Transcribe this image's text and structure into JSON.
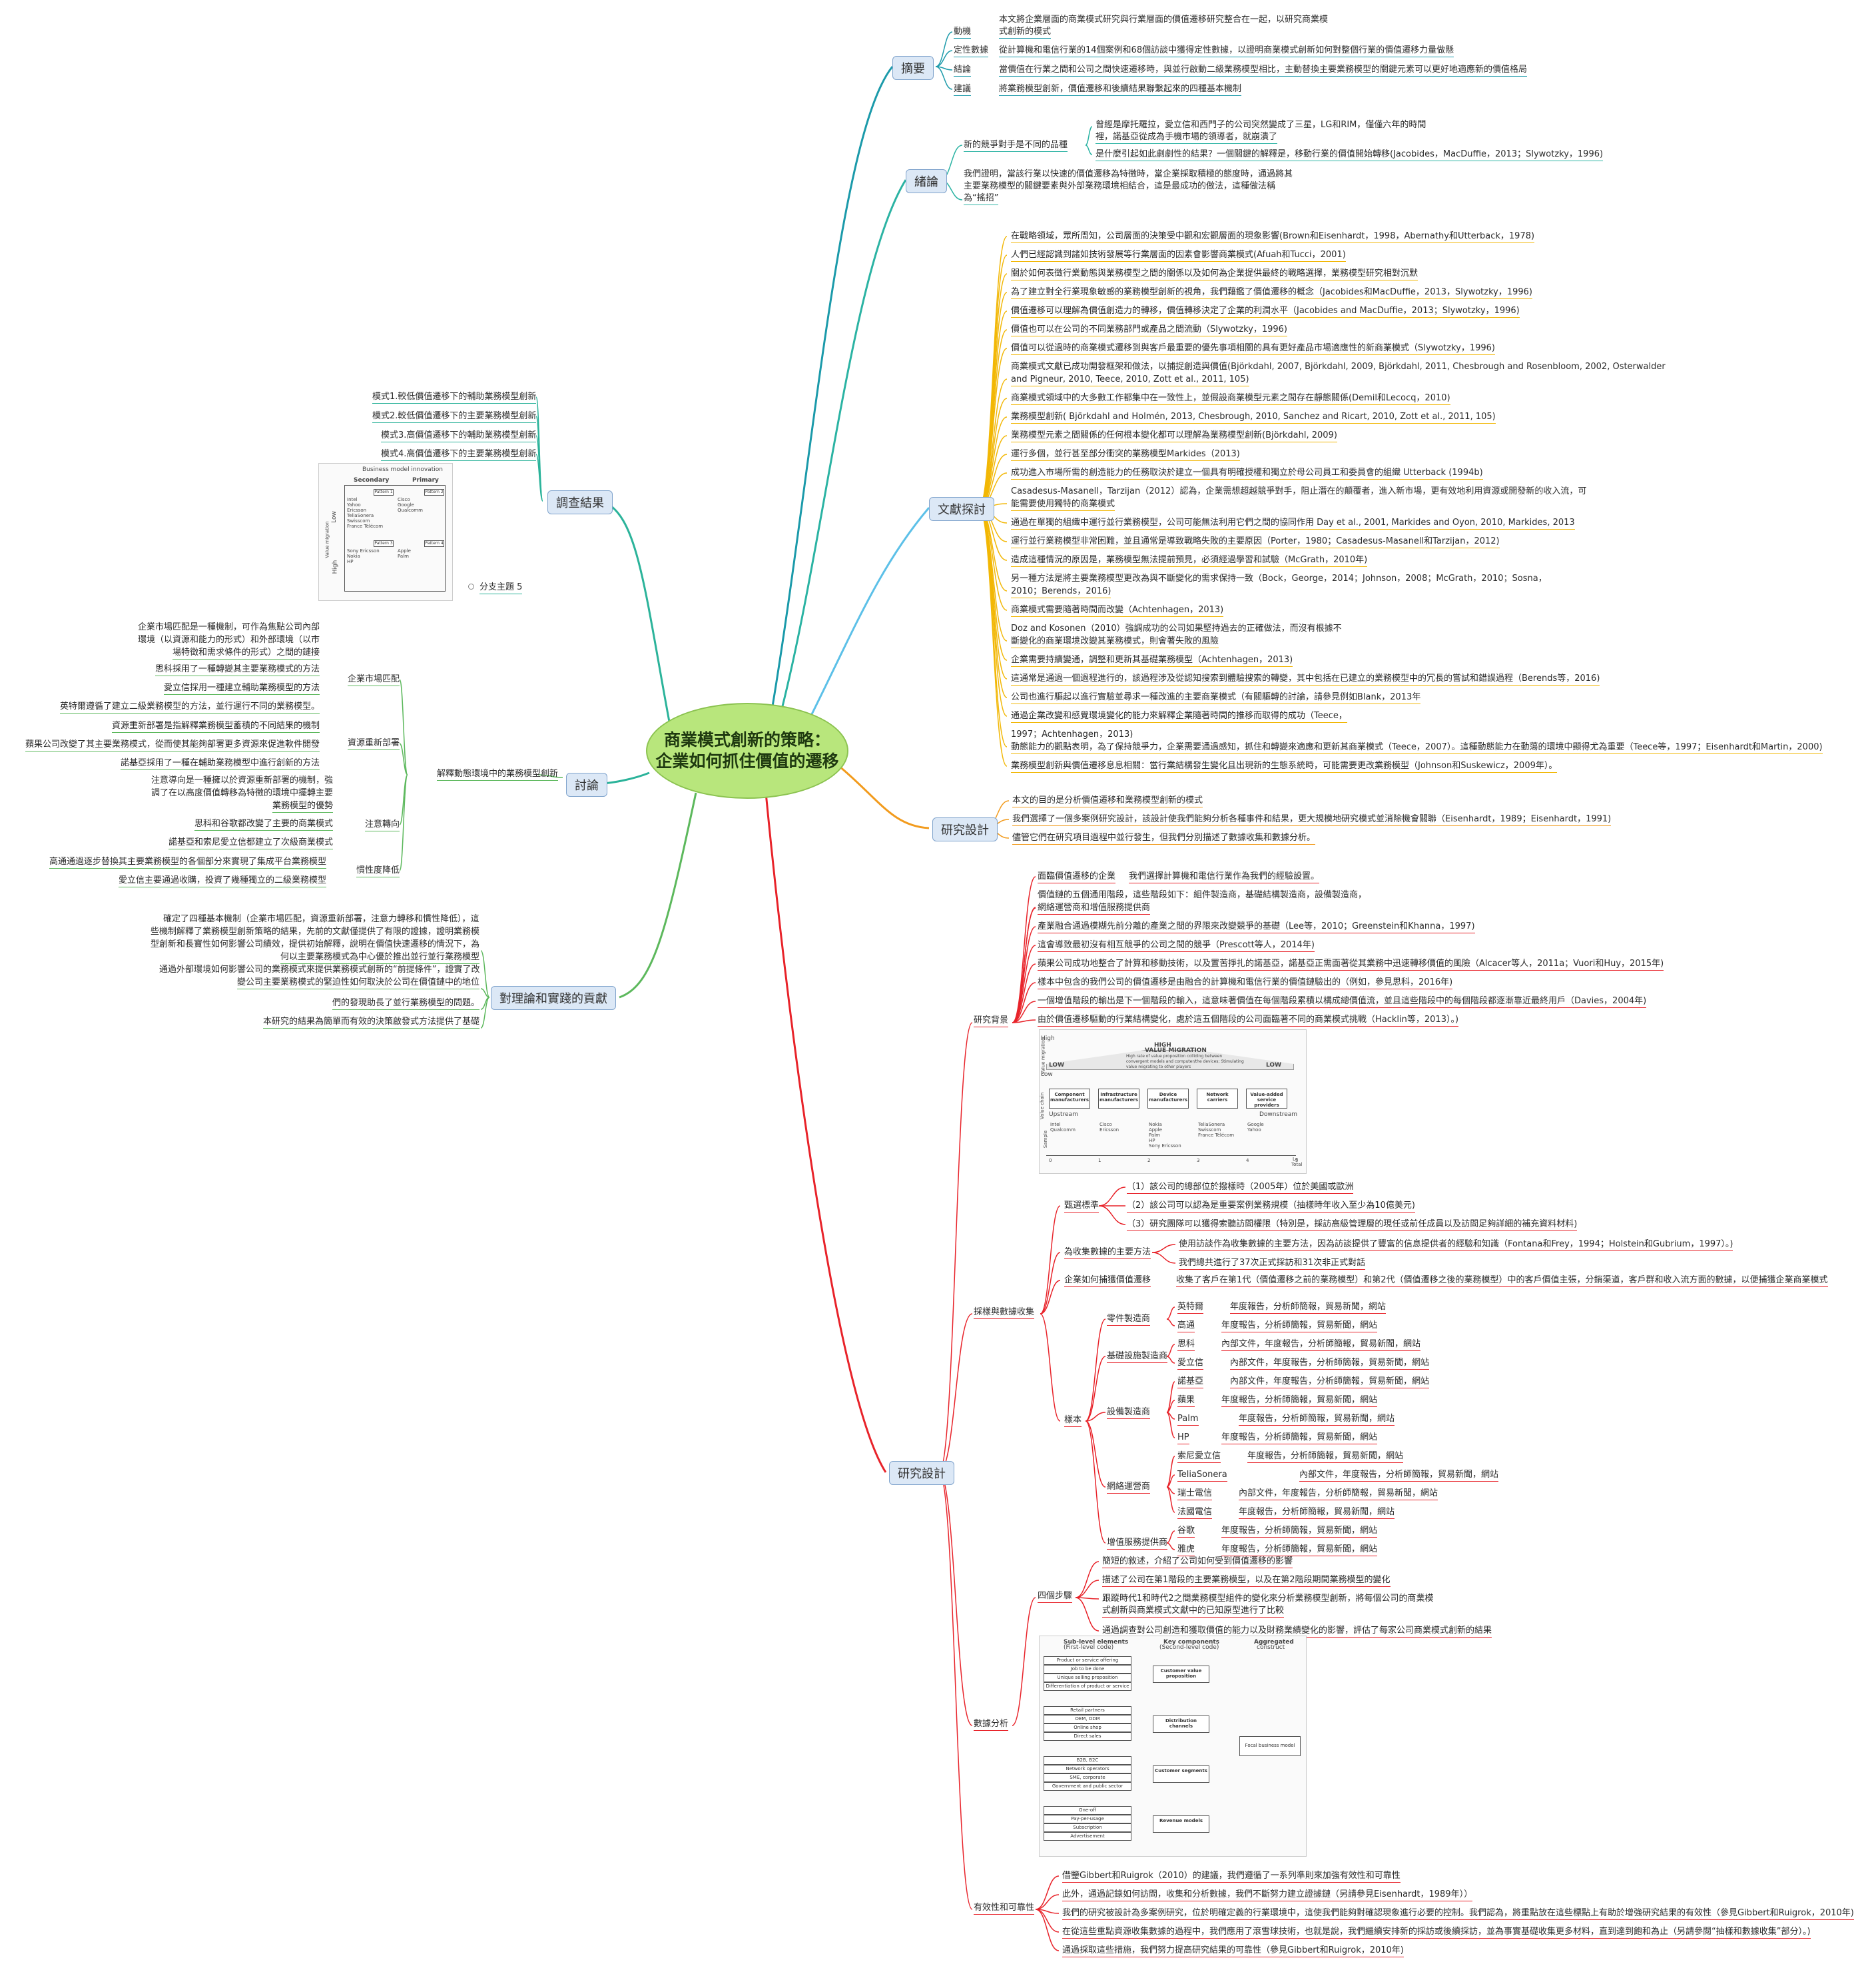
{
  "central": {
    "line1": "商業模式創新的策略：",
    "line2": "企業如何抓住價值的遷移"
  },
  "topics": {
    "abstract": "摘要",
    "intro": "緒論",
    "literature": "文獻探討",
    "design_small": "研究設計",
    "design_big": "研究設計",
    "results": "調查結果",
    "discussion": "討論",
    "contribution": "對理論和實踐的貢獻"
  },
  "abstract": [
    {
      "label": "動機",
      "text": "本文將企業層面的商業模式研究與行業層面的價值遷移研究整合在一起，以研究商業模",
      "text2": "式創新的模式"
    },
    {
      "label": "定性數據",
      "text": "從計算機和電信行業的14個案例和68個訪談中獲得定性數據，以證明商業模式創新如何對整個行業的價值遷移力量做懸"
    },
    {
      "label": "結論",
      "text": "當價值在行業之間和公司之間快速遷移時，與並行啟動二級業務模型相比，主動替換主要業務模型的關鍵元素可以更好地適應新的價值格局"
    },
    {
      "label": "建議",
      "text": "將業務模型創新，價值遷移和後續結果聯繫起來的四種基本機制"
    }
  ],
  "intro": {
    "sub1": "新的競爭對手是不同的品種",
    "sub1_items": [
      "曾經是摩托羅拉，愛立信和西門子的公司突然變成了三星，LG和RIM，僅僅六年的時間",
      "裡，諾基亞從成為手機市場的領導者，就崩潰了",
      "是什麼引起如此劇劇性的結果？一個關鍵的解釋是，移動行業的價值開始轉移(Jacobides，MacDuffie，2013；Slywotzky，1996)"
    ],
    "sub2": [
      "我們證明，當該行業以快速的價值遷移為特徵時，當企業採取積極的態度時，通過將其",
      "主要業務模型的關鍵要素與外部業務環境相結合，這是最成功的做法，這種做法稱",
      "為“搖招”"
    ]
  },
  "literature": [
    "在戰略領域，眾所周知，公司層面的決策受中觀和宏觀層面的現象影響(Brown和Eisenhardt，1998，Abernathy和Utterback，1978)",
    "人們已經認識到諸如技術發展等行業層面的因素會影響商業模式(Afuah和Tucci，2001)",
    "關於如何表徵行業動態與業務模型之間的關係以及如何為企業提供最終的戰略選擇，業務模型研究相對沉默",
    "為了建立對全行業現象敏感的業務模型創新的視角，我們藉鑑了價值遷移的概念（Jacobides和MacDuffie，2013，Slywotzky，1996)",
    "價值遷移可以理解為價值創造力的轉移，價值轉移決定了企業的利潤水平（Jacobides and MacDuffie，2013；Slywotzky，1996)",
    "價值也可以在公司的不同業務部門或產品之間流動（Slywotzky，1996)",
    "價值可以從過時的商業模式遷移到與客戶最重要的優先事項相關的具有更好產品市場適應性的新商業模式（Slywotzky，1996)",
    "商業模式文獻已成功開發框架和做法，以捕捉創造與價值(Björkdahl, 2007, Björkdahl, 2009, Björkdahl, 2011, Chesbrough and Rosenbloom, 2002, Osterwalder",
    "and Pigneur, 2010, Teece, 2010, Zott et al., 2011, 105)",
    "商業模式領域中的大多數工作都集中在一致性上，並假設商業模型元素之間存在靜態關係(Demil和Lecocq，2010)",
    "業務模型創新( Björkdahl and Holmén, 2013, Chesbrough, 2010, Sanchez and Ricart, 2010, Zott et al., 2011, 105)",
    "業務模型元素之間關係的任何根本變化都可以理解為業務模型創新(Björkdahl, 2009)",
    "運行多個，並行甚至部分衝突的業務模型Markides（2013)",
    "成功進入市場所需的創造能力的任務取決於建立一個具有明確授權和獨立於母公司員工和委員會的組織 Utterback (1994b)",
    "Casadesus-Masanell，Tarzijan（2012）認為，企業需想超越競爭對手，阻止潛在的顛覆者，進入新市場，更有效地利用資源或開發新的收入流，可",
    "能需要使用獨特的商業模式",
    "通過在單獨的組織中運行並行業務模型，公司可能無法利用它們之間的協同作用 Day et al., 2001, Markides and Oyon, 2010, Markides, 2013",
    "運行並行業務模型非常困難，並且通常是導致戰略失敗的主要原因（Porter，1980；Casadesus-Masanell和Tarzijan，2012)",
    "造成這種情況的原因是，業務模型無法提前預見，必須經過學習和試驗（McGrath，2010年)",
    "另一種方法是將主要業務模型更改為與不斷變化的需求保持一致（Bock，George，2014；Johnson，2008；McGrath，2010；Sosna，",
    "2010；Berends，2016)",
    "商業模式需要隨著時間而改變（Achtenhagen，2013)",
    "Doz and Kosonen（2010）強調成功的公司如果堅持過去的正確做法，而沒有根據不",
    "斷變化的商業環境改變其業務模式，則會著失敗的風險",
    "企業需要持續變通，調整和更新其基礎業務模型（Achtenhagen，2013)",
    "這通常是通過一個過程進行的，該過程涉及從認知搜索到體驗搜索的轉變，其中包括在已建立的業務模型中的冗長的嘗試和錯誤過程（Berends等，2016)",
    "公司也進行驅起以進行實驗並尋求一種改進的主要商業模式（有關驅轉的討論，請參見例如Blank，2013年",
    "通過企業改變和感覺環境變化的能力來解釋企業隨著時間的推移而取得的成功（Teece，",
    "1997；Achtenhagen，2013)",
    "動態能力的觀點表明，為了保持競爭力，企業需要通過感知，抓住和轉變來適應和更新其商業模式（Teece，2007）。這種動態能力在動蕩的環境中顯得尤為重要（Teece等，1997；Eisenhardt和Martin，2000)",
    "業務模型創新與價值遷移息息相關：當行業結構發生變化且出現新的生態系統時，可能需要更改業務模型（Johnson和Suskewicz，2009年）。"
  ],
  "design_small": [
    "本文的目的是分析價值遷移和業務模型創新的模式",
    "我們選擇了一個多案例研究設計，該設計使我們能夠分析各種事件和結果，更大規模地研究模式並消除機會關聯（Eisenhardt，1989；Eisenhardt，1991)",
    "儘管它們在研究項目過程中並行發生，但我們分別描述了數據收集和數據分析。"
  ],
  "design_big": {
    "background_label": "研究背景",
    "background": [
      {
        "a": "面臨價值遷移的企業",
        "b": "我們選擇計算機和電信行業作為我們的經驗設置。"
      },
      {
        "a": "價值鏈的五個通用階段，這些階段如下：組件製造商，基礎結構製造商，設備製造商，"
      },
      {
        "a": "網絡運營商和增值服務提供商"
      },
      {
        "a": "產業融合通過模糊先前分離的產業之間的界限來改變競爭的基礎（Lee等，2010；Greenstein和Khanna，1997)"
      },
      {
        "a": "這會導致最初沒有相互競爭的公司之間的競爭（Prescott等人，2014年)"
      },
      {
        "a": "蘋果公司成功地整合了計算和移動技術，以及置苦掙扎的諾基亞，諾基亞正需面著從其業務中迅速轉移價值的風險（Alcacer等人，2011a；Vuori和Huy，2015年)"
      },
      {
        "a": "樣本中包含的我們公司的價值遷移是由融合的計算機和電信行業的價值鏈驗出的（例如，參見思科，2016年)"
      },
      {
        "a": "一個增值階段的輸出是下一個階段的輸入，這意味著價值在每個階段累積以構成總價值流，並且這些階段中的每個階段都逐漸靠近最終用戶（Davies，2004年)"
      },
      {
        "a": "由於價值遷移驅動的行業結構變化，處於這五個階段的公司面臨著不同的商業模式挑戰（Hacklin等，2013）。)"
      }
    ],
    "sampling_label": "採樣與數據收集",
    "selection_label": "甄選標準",
    "selection": [
      "（1）該公司的總部位於撥樣時（2005年）位於美國或歐洲",
      "（2）該公司可以認為是重要案例業務規模（抽樣時年收入至少為10億美元)",
      "（3）研究團隊可以獲得索聽訪問權限（特別是，採訪高級管理層的現任或前任成員以及訪問足夠詳細的補充資料材料)"
    ],
    "methods_label": "為收集數據的主要方法",
    "methods": [
      "使用訪談作為收集數據的主要方法，因為訪談提供了豐富的信息提供者的經驗和知識（Fontana和Frey，1994；Holstein和Gubrium，1997）。)",
      "我們總共進行了37次正式採訪和31次非正式對話"
    ],
    "capture_label": "企業如何捕獲價值遷移",
    "capture_text": "收集了客戶在第1代（價值遷移之前的業務模型）和第2代（價值遷移之後的業務模型）中的客戶價值主張，分銷渠道，客戶群和收入流方面的數據，以便捕獲企業商業模式",
    "sample_label": "樣本",
    "groups": [
      {
        "name": "零件製造商",
        "items": [
          [
            "英特爾",
            "年度報告，分析師簡報，貿易新聞，網站"
          ],
          [
            "高通",
            "年度報告，分析師簡報，貿易新聞，網站"
          ]
        ]
      },
      {
        "name": "基礎設施製造商",
        "items": [
          [
            "思科",
            "內部文件，年度報告，分析師簡報，貿易新聞，網站"
          ],
          [
            "愛立信",
            "內部文件，年度報告，分析師簡報，貿易新聞，網站"
          ]
        ]
      },
      {
        "name": "設備製造商",
        "items": [
          [
            "諾基亞",
            "內部文件，年度報告，分析師簡報，貿易新聞，網站"
          ],
          [
            "蘋果",
            "年度報告，分析師簡報，貿易新聞，網站"
          ],
          [
            "Palm",
            "年度報告，分析師簡報，貿易新聞，網站"
          ],
          [
            "HP",
            "年度報告，分析師簡報，貿易新聞，網站"
          ]
        ]
      },
      {
        "name": "網絡運營商",
        "items": [
          [
            "索尼愛立信",
            "年度報告，分析師簡報，貿易新聞，網站"
          ],
          [
            "TeliaSonera",
            "內部文件，年度報告，分析師簡報，貿易新聞，網站"
          ],
          [
            "瑞士電信",
            "內部文件，年度報告，分析師簡報，貿易新聞，網站"
          ],
          [
            "法國電信",
            "年度報告，分析師簡報，貿易新聞，網站"
          ]
        ]
      },
      {
        "name": "增值服務提供商",
        "items": [
          [
            "谷歌",
            "年度報告，分析師簡報，貿易新聞，網站"
          ],
          [
            "雅虎",
            "年度報告，分析師簡報，貿易新聞，網站"
          ]
        ]
      }
    ],
    "analysis_label": "數據分析",
    "steps_label": "四個步驟",
    "steps": [
      "簡短的敘述，介紹了公司如何受到價值遷移的影響",
      "描述了公司在第1階段的主要業務模型，以及在第2階段期間業務模型的變化",
      "跟蹤時代1和時代2之間業務模型組件的變化來分析業務模型創新，將每個公司的商業模",
      "式創新與商業模式文獻中的已知原型進行了比較",
      "通過調查對公司創造和獲取價值的能力以及財務業績變化的影響，評估了每家公司商業模式創新的結果"
    ],
    "validity_label": "有效性和可靠性",
    "validity": [
      "借鑒Gibbert和Ruigrok（2010）的建議，我們遵循了一系列準則來加強有效性和可靠性",
      "此外，通過記錄如何訪問，收集和分析數據，我們不斷努力建立證據鏈（另請參見Eisenhardt，1989年））",
      "我們的研究被設計為多案例研究，位於明確定義的行業環境中，這使我們能夠對確認現象進行必要的控制。我們認為，將重點放在這些標點上有助於增強研究結果的有效性（參見Gibbert和Ruigrok，2010年)",
      "在從這些重點資源收集數據的過程中，我們應用了滾雪球技術，也就是說，我們繼續安排新的採訪或後續採訪，並為事實基礎收集更多材料，直到達到飽和為止（另請參閱“抽樣和數據收集”部分）。)",
      "通過採取這些措施，我們努力提高研究結果的可靠性（參見Gibbert和Ruigrok，2010年)"
    ]
  },
  "results": {
    "items": [
      "模式1.較低價值遷移下的輔助業務模型創新",
      "模式2.較低價值遷移下的主要業務模型創新",
      "模式3.高價值遷移下的輔助業務模型創新",
      "模式4.高價值遷移下的主要業務模型創新"
    ],
    "sub5": "分支主題 5"
  },
  "discussion": {
    "main_label": "解釋動態環境中的業務模型創新",
    "market_label": "企業市場匹配",
    "market_def": [
      "企業市場匹配是一種機制，可作為焦點公司內部",
      "環境（以資源和能力的形式）和外部環境（以市",
      "場特徵和需求條件的形式）之間的鏈接"
    ],
    "market": [
      "思科採用了一種轉變其主要業務模式的方法",
      "愛立信採用一種建立輔助業務模型的方法",
      "英特爾遵循了建立二級業務模型的方法，並行運行不同的業務模型。"
    ],
    "resource_label": "資源重新部署",
    "resource": [
      "資源重新部署是指解釋業務模型蓄積的不同結果的機制",
      "蘋果公司改變了其主要業務模式，從而使其能夠部署更多資源來促進軟件開發",
      "諾基亞採用了一種在輔助業務模型中進行創新的方法"
    ],
    "attention_label": "注意轉向",
    "attention": [
      "注意導向是一種擁以於資源重新部署的機制，強",
      "調了在以高度價值轉移為特徵的環境中擺轉主要",
      "業務模型的優勢",
      "思科和谷歌都改變了主要的商業模式",
      "諾基亞和索尼愛立信都建立了次級商業模式"
    ],
    "inertia_label": "慣性度降低",
    "inertia": [
      "高通通過逐步替換其主要業務模型的各個部分來實現了集成平台業務模型",
      "愛立信主要通過收購，投資了幾種獨立的二級業務模型"
    ]
  },
  "contribution": [
    "確定了四種基本機制（企業市場匹配，資源重新部署，注意力轉移和慣性降低），這",
    "些機制解釋了業務模型創新策略的結果，先前的文獻僅提供了有限的證據，證明業務模",
    "型創新和長寶性如何影響公司績效，提供初始解釋，說明在價值快速遷移的情況下，為",
    "何以主要業務模式為中心優於推出並行並行業務模型",
    "通過外部環境如何影響公司的業務模式來提供業務模式創新的“前提條件”，證實了改",
    "變公司主要業務模式的緊迫性如何取決於公司在價值鏈中的地位",
    "們的發現助長了並行業務模型的問題。",
    "本研究的結果為簡單而有效的決策啟發式方法提供了基礎"
  ],
  "fig_results": {
    "title": "Business model innovation",
    "col1": "Secondary",
    "col2": "Primary",
    "row1": "Low",
    "row2": "High",
    "yaxis": "Value migration",
    "p1": "Pattern 1",
    "p2": "Pattern 2",
    "p3": "Pattern 3",
    "p4": "Pattern 4",
    "c1": [
      "Intel",
      "Yahoo",
      "Ericsson",
      "TeliaSonera",
      "Swisscom",
      "France Télécom"
    ],
    "c2": [
      "Cisco",
      "Google",
      "Qualcomm"
    ],
    "c3": [
      "Sony Ericsson",
      "Nokia",
      "HP"
    ],
    "c4": [
      "Apple",
      "Palm"
    ]
  },
  "fig_chain": {
    "high": "High",
    "low": "Low",
    "ylabel": "Value migration",
    "mid_title": "HIGH",
    "mid_sub": "VALUE MIGRATION",
    "mid_desc": [
      "High rate of value proposition colliding between",
      "convergent models and computer/the devices; Stimulating",
      "value migrating to other players"
    ],
    "low_l": "LOW",
    "low_r": "LOW",
    "chain_label": "Value chain",
    "stages": [
      "Component manufacturers",
      "Infrastructure manufacturers",
      "Device manufacturers",
      "Network carriers",
      "Value-added service providers"
    ],
    "upstream": "Upstream",
    "downstream": "Downstream",
    "sample_label": "Sample",
    "samples": [
      [
        "Intel",
        "Qualcomm"
      ],
      [
        "Cisco",
        "Ericsson"
      ],
      [
        "Nokia",
        "Apple",
        "Palm",
        "HP",
        "Sony Ericsson"
      ],
      [
        "TeliaSonera",
        "Swisscom",
        "France Télécom"
      ],
      [
        "Google",
        "Yahoo"
      ]
    ],
    "axis_ticks": [
      "0",
      "1",
      "2",
      "3",
      "4",
      "5"
    ],
    "axis_end": [
      "Lo",
      "Total"
    ]
  },
  "fig_analysis": {
    "h1": "Sub-level elements",
    "h1b": "(First-level code)",
    "h2": "Key components",
    "h2b": "(Second-level code)",
    "h3": "Aggregated",
    "h3b": "construct",
    "groups": [
      {
        "items": [
          "Product or service offering",
          "Job to be done",
          "Unique selling proposition",
          "Differentiation of product or service"
        ],
        "comp": "Customer value proposition"
      },
      {
        "items": [
          "Retail partners",
          "OEM, ODM",
          "Online shop",
          "Direct sales"
        ],
        "comp": "Distribution channels"
      },
      {
        "items": [
          "B2B, B2C",
          "Network operators",
          "SME, corporate",
          "Government and public sector"
        ],
        "comp": "Customer segments"
      },
      {
        "items": [
          "One-off",
          "Pay-per-usage",
          "Subscription",
          "Advertisement"
        ],
        "comp": "Revenue models"
      }
    ],
    "construct": "Focal business model"
  }
}
